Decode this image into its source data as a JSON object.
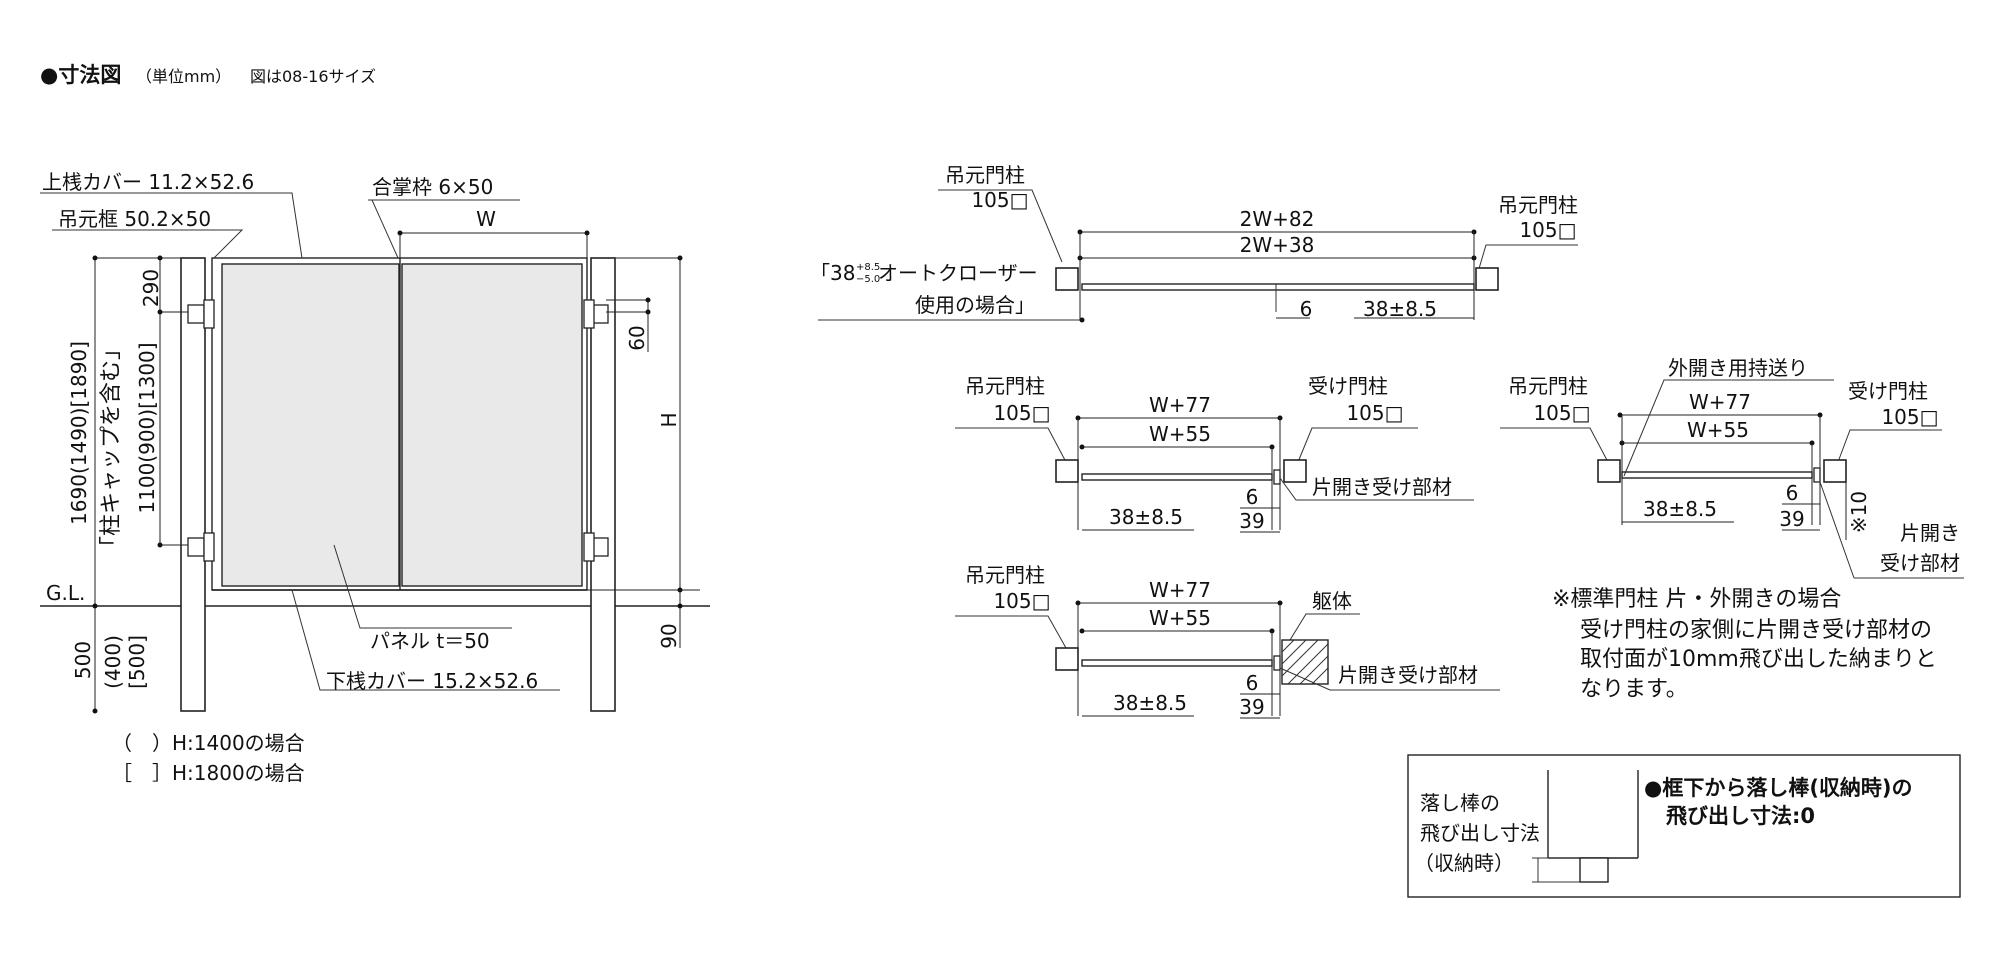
{
  "title": {
    "main": "●寸法図",
    "unit": "（単位mm）",
    "size_note": "図は08-16サイズ"
  },
  "elevation": {
    "top_rail_cover": "上桟カバー 11.2×52.6",
    "hinge_frame": "吊元框 50.2×50",
    "meeting_frame": "合掌枠 6×50",
    "width_label": "W",
    "dim_290": "290",
    "dim_60": "60",
    "height_label": "H",
    "post_height": "1690(1490)[1890]",
    "cap_note": "「柱キャップを含む」",
    "hinge_span": "1100(900)[1300]",
    "gl_label": "G.L.",
    "dim_90": "90",
    "embed_depth": "500",
    "embed_alt_1": "(400)",
    "embed_alt_2": "[500]",
    "panel_label": "パネル t＝50",
    "bottom_rail_cover": "下桟カバー 15.2×52.6",
    "legend_paren": "（　）H:1400の場合",
    "legend_bracket": "［　］H:1800の場合"
  },
  "plan_closer": {
    "left_post": "吊元門柱",
    "left_post_size": "105□",
    "right_post": "吊元門柱",
    "right_post_size": "105□",
    "outer_dim": "2W+82",
    "inner_dim": "2W+38",
    "gap_6": "6",
    "clearance": "38±8.5",
    "closer_note_prefix": "「38",
    "closer_tol_plus": "+8.5",
    "closer_tol_minus": "−5.0",
    "closer_note_main": "オートクローザー",
    "closer_note_line2": "使用の場合」"
  },
  "plan_single_standard": {
    "hinge_post": "吊元門柱",
    "hinge_post_size": "105□",
    "receive_post": "受け門柱",
    "receive_post_size": "105□",
    "outer_dim": "W+77",
    "inner_dim": "W+55",
    "dim_6": "6",
    "dim_39": "39",
    "clearance": "38±8.5",
    "receiver_part": "片開き受け部材"
  },
  "plan_single_outswing": {
    "hinge_post": "吊元門柱",
    "hinge_post_size": "105□",
    "outswing_label": "外開き用持送り",
    "receive_post": "受け門柱",
    "receive_post_size": "105□",
    "outer_dim": "W+77",
    "inner_dim": "W+55",
    "dim_6": "6",
    "dim_39": "39",
    "clearance": "38±8.5",
    "note_10": "※10",
    "receiver_part_1": "片開き",
    "receiver_part_2": "受け部材"
  },
  "plan_wall": {
    "hinge_post": "吊元門柱",
    "hinge_post_size": "105□",
    "wall_label": "躯体",
    "outer_dim": "W+77",
    "inner_dim": "W+55",
    "dim_6": "6",
    "dim_39": "39",
    "clearance": "38±8.5",
    "receiver_part": "片開き受け部材"
  },
  "notes": {
    "line1": "※標準門柱 片・外開きの場合",
    "line2": "受け門柱の家側に片開き受け部材の",
    "line3": "取付面が10mm飛び出した納まりと",
    "line4": "なります。"
  },
  "dropbar": {
    "label_1": "落し棒の",
    "label_2": "飛び出し寸法",
    "label_3": "（収納時）",
    "desc_1": "●框下から落し棒(収納時)の",
    "desc_2": "飛び出し寸法:0"
  }
}
